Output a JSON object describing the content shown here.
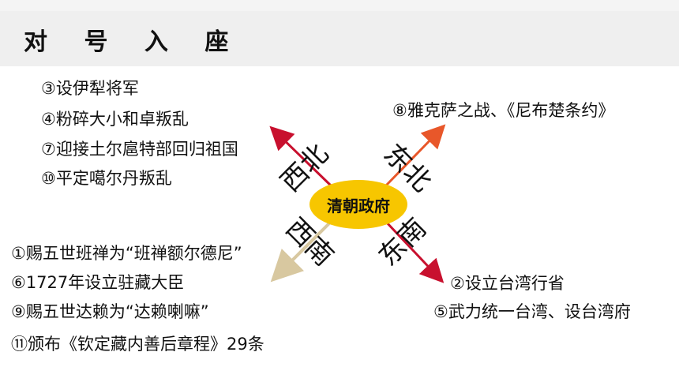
{
  "title": "对 号 入 座",
  "center": "清朝政府",
  "directions": {
    "northwest": "西北",
    "northeast": "东北",
    "southwest": "西南",
    "southeast": "东南"
  },
  "northwest_items": [
    "③设伊犁将军",
    "④粉碎大小和卓叛乱",
    "⑦迎接土尔扈特部回归祖国",
    "⑩平定噶尔丹叛乱"
  ],
  "northeast_items": [
    "⑧雅克萨之战、《尼布楚条约》"
  ],
  "southwest_items": [
    "①赐五世班禅为“班禅额尔德尼”",
    "⑥1727年设立驻藏大臣",
    "⑨赐五世达赖为“达赖喇嘛”",
    "⑪颁布《钦定藏内善后章程》29条"
  ],
  "southeast_items": [
    "②设立台湾行省",
    "⑤武力统一台湾、设台湾府"
  ],
  "colors": {
    "center_fill": "#f7c600",
    "arrow_red": "#c8102e",
    "arrow_orange": "#e8572a",
    "arrow_tan": "#d8c8a0",
    "title_band": "#efefef"
  }
}
